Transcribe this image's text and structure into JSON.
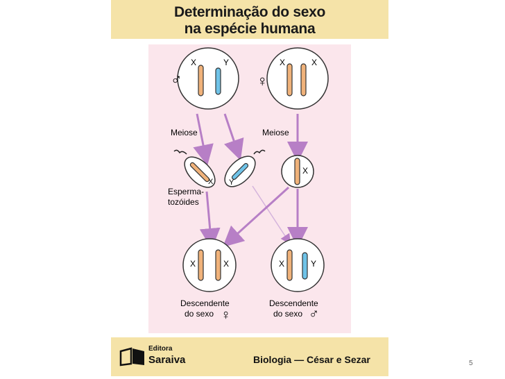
{
  "title": {
    "line1": "Determinação do sexo",
    "line2": "na espécie humana"
  },
  "diagram": {
    "male_symbol": "♂",
    "female_symbol": "♀",
    "chrom_x": "X",
    "chrom_y": "Y",
    "meiose_left": "Meiose",
    "meiose_right": "Meiose",
    "sperm_label_1": "Esperma-",
    "sperm_label_2": "tozóides",
    "desc_left_1": "Descendente",
    "desc_left_2": "do sexo",
    "desc_right_1": "Descendente",
    "desc_right_2": "do sexo",
    "colors": {
      "x_chromosome": "#f0b27a",
      "y_chromosome": "#6fc3e8",
      "arrow": "#b77fc6",
      "background": "#fbe6ec"
    }
  },
  "footer": {
    "publisher_line1": "Editora",
    "publisher_line2": "Saraiva",
    "book": "Biologia — César e Sezar"
  },
  "page_number": "5"
}
